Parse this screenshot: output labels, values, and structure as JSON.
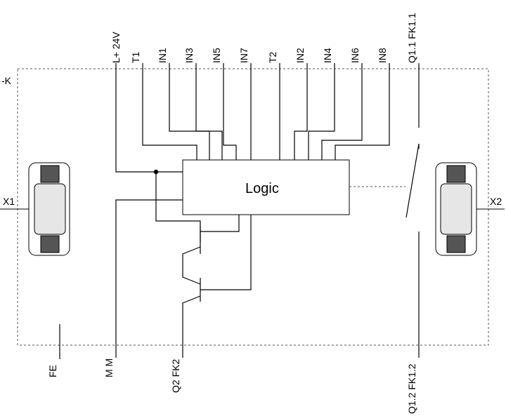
{
  "diagram": {
    "device_label": "-K",
    "logic_label": "Logic",
    "top_pins": [
      "L+ 24V",
      "T1",
      "IN1",
      "IN3",
      "IN5",
      "IN7",
      "T2",
      "IN2",
      "IN4",
      "IN6",
      "IN8",
      "Q1.1  FK1.1"
    ],
    "bottom_pins": [
      "FE",
      "M M",
      "Q2  FK2",
      "Q1.2  FK1.2"
    ],
    "connectors": [
      "X1",
      "X2"
    ]
  }
}
